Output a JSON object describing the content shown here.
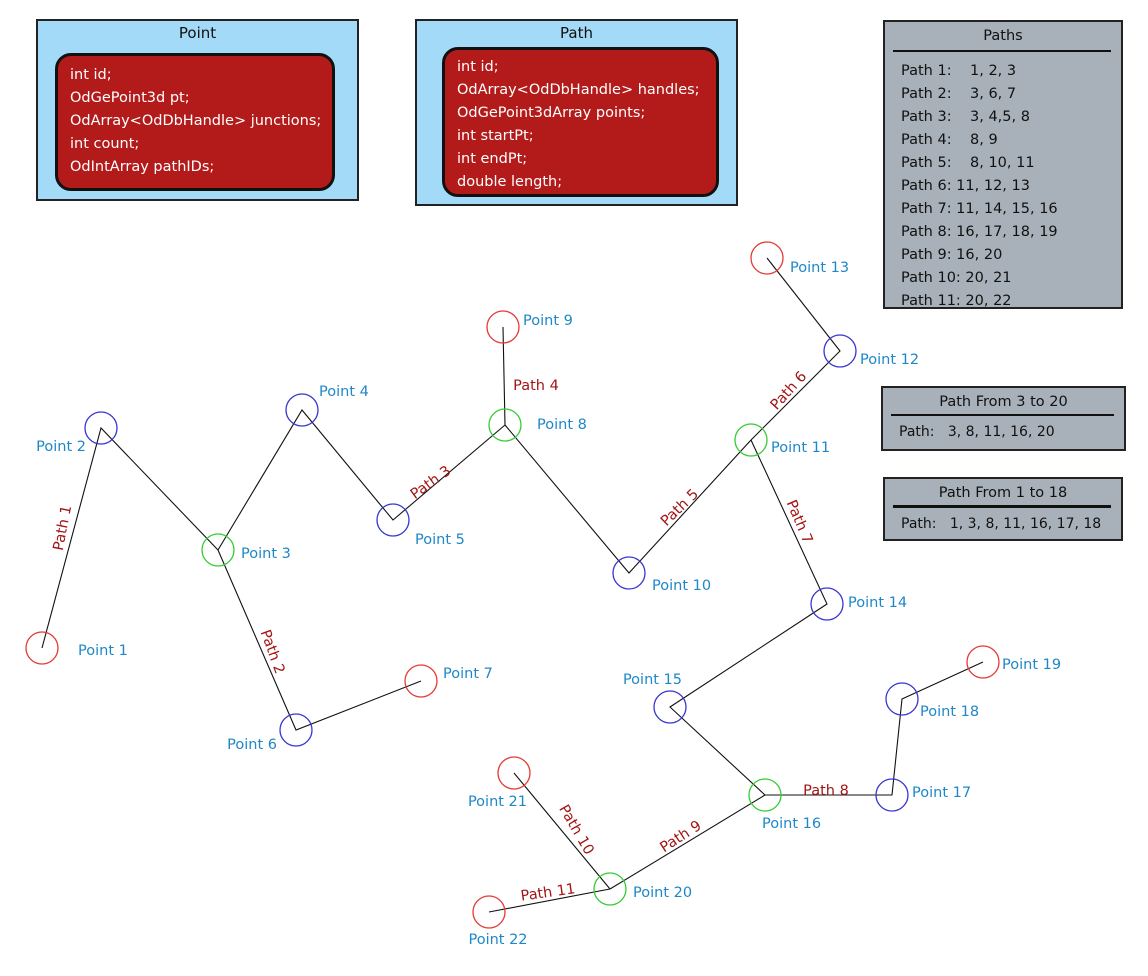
{
  "struct_point": {
    "title": "Point",
    "fields": [
      "int id;",
      "OdGePoint3d pt;",
      "OdArray<OdDbHandle> junctions;",
      "int count;",
      "OdIntArray pathIDs;"
    ]
  },
  "struct_path": {
    "title": "Path",
    "fields": [
      "int id;",
      "OdArray<OdDbHandle> handles;",
      "OdGePoint3dArray points;",
      "int startPt;",
      "int endPt;",
      "double length;"
    ]
  },
  "paths_table": {
    "title": "Paths",
    "rows": [
      "Path 1:    1, 2, 3",
      "Path 2:    3, 6, 7",
      "Path 3:    3, 4,5, 8",
      "Path 4:    8, 9",
      "Path 5:    8, 10, 11",
      "Path 6: 11, 12, 13",
      "Path 7: 11, 14, 15, 16",
      "Path 8: 16, 17, 18, 19",
      "Path 9: 16, 20",
      "Path 10: 20, 21",
      "Path 11: 20, 22"
    ]
  },
  "result_3_20": {
    "title": "Path From 3 to 20",
    "line": "Path:   3, 8, 11, 16, 20"
  },
  "result_1_18": {
    "title": "Path From 1 to 18",
    "line": "Path:   1, 3, 8, 11, 16, 17, 18"
  },
  "colors": {
    "endpoint": "#e53935",
    "point": "#3535d0",
    "junction": "#33cc33",
    "point_label": "#1e87c8",
    "path_label": "#a31515",
    "struct_fill": "#b31b1b",
    "struct_bg": "#a3daf7",
    "table_bg": "#a8b1ba"
  },
  "diagram": {
    "points": [
      {
        "id": 1,
        "label": "Point 1",
        "kind": "endpoint"
      },
      {
        "id": 2,
        "label": "Point 2",
        "kind": "point"
      },
      {
        "id": 3,
        "label": "Point 3",
        "kind": "junction"
      },
      {
        "id": 4,
        "label": "Point 4",
        "kind": "point"
      },
      {
        "id": 5,
        "label": "Point 5",
        "kind": "point"
      },
      {
        "id": 6,
        "label": "Point 6",
        "kind": "point"
      },
      {
        "id": 7,
        "label": "Point 7",
        "kind": "endpoint"
      },
      {
        "id": 8,
        "label": "Point 8",
        "kind": "junction"
      },
      {
        "id": 9,
        "label": "Point 9",
        "kind": "endpoint"
      },
      {
        "id": 10,
        "label": "Point 10",
        "kind": "point"
      },
      {
        "id": 11,
        "label": "Point 11",
        "kind": "junction"
      },
      {
        "id": 12,
        "label": "Point 12",
        "kind": "point"
      },
      {
        "id": 13,
        "label": "Point 13",
        "kind": "endpoint"
      },
      {
        "id": 14,
        "label": "Point 14",
        "kind": "point"
      },
      {
        "id": 15,
        "label": "Point 15",
        "kind": "point"
      },
      {
        "id": 16,
        "label": "Point 16",
        "kind": "junction"
      },
      {
        "id": 17,
        "label": "Point 17",
        "kind": "point"
      },
      {
        "id": 18,
        "label": "Point 18",
        "kind": "point"
      },
      {
        "id": 19,
        "label": "Point 19",
        "kind": "endpoint"
      },
      {
        "id": 20,
        "label": "Point 20",
        "kind": "junction"
      },
      {
        "id": 21,
        "label": "Point 21",
        "kind": "endpoint"
      },
      {
        "id": 22,
        "label": "Point 22",
        "kind": "endpoint"
      }
    ],
    "paths": [
      {
        "id": 1,
        "label": "Path 1",
        "points": [
          1,
          2,
          3
        ]
      },
      {
        "id": 2,
        "label": "Path 2",
        "points": [
          3,
          6,
          7
        ]
      },
      {
        "id": 3,
        "label": "Path 3",
        "points": [
          3,
          4,
          5,
          8
        ]
      },
      {
        "id": 4,
        "label": "Path 4",
        "points": [
          8,
          9
        ]
      },
      {
        "id": 5,
        "label": "Path 5",
        "points": [
          8,
          10,
          11
        ]
      },
      {
        "id": 6,
        "label": "Path 6",
        "points": [
          11,
          12,
          13
        ]
      },
      {
        "id": 7,
        "label": "Path 7",
        "points": [
          11,
          14,
          15,
          16
        ]
      },
      {
        "id": 8,
        "label": "Path 8",
        "points": [
          16,
          17,
          18,
          19
        ]
      },
      {
        "id": 9,
        "label": "Path 9",
        "points": [
          16,
          20
        ]
      },
      {
        "id": 10,
        "label": "Path 10",
        "points": [
          20,
          21
        ]
      },
      {
        "id": 11,
        "label": "Path 11",
        "points": [
          20,
          22
        ]
      }
    ]
  }
}
